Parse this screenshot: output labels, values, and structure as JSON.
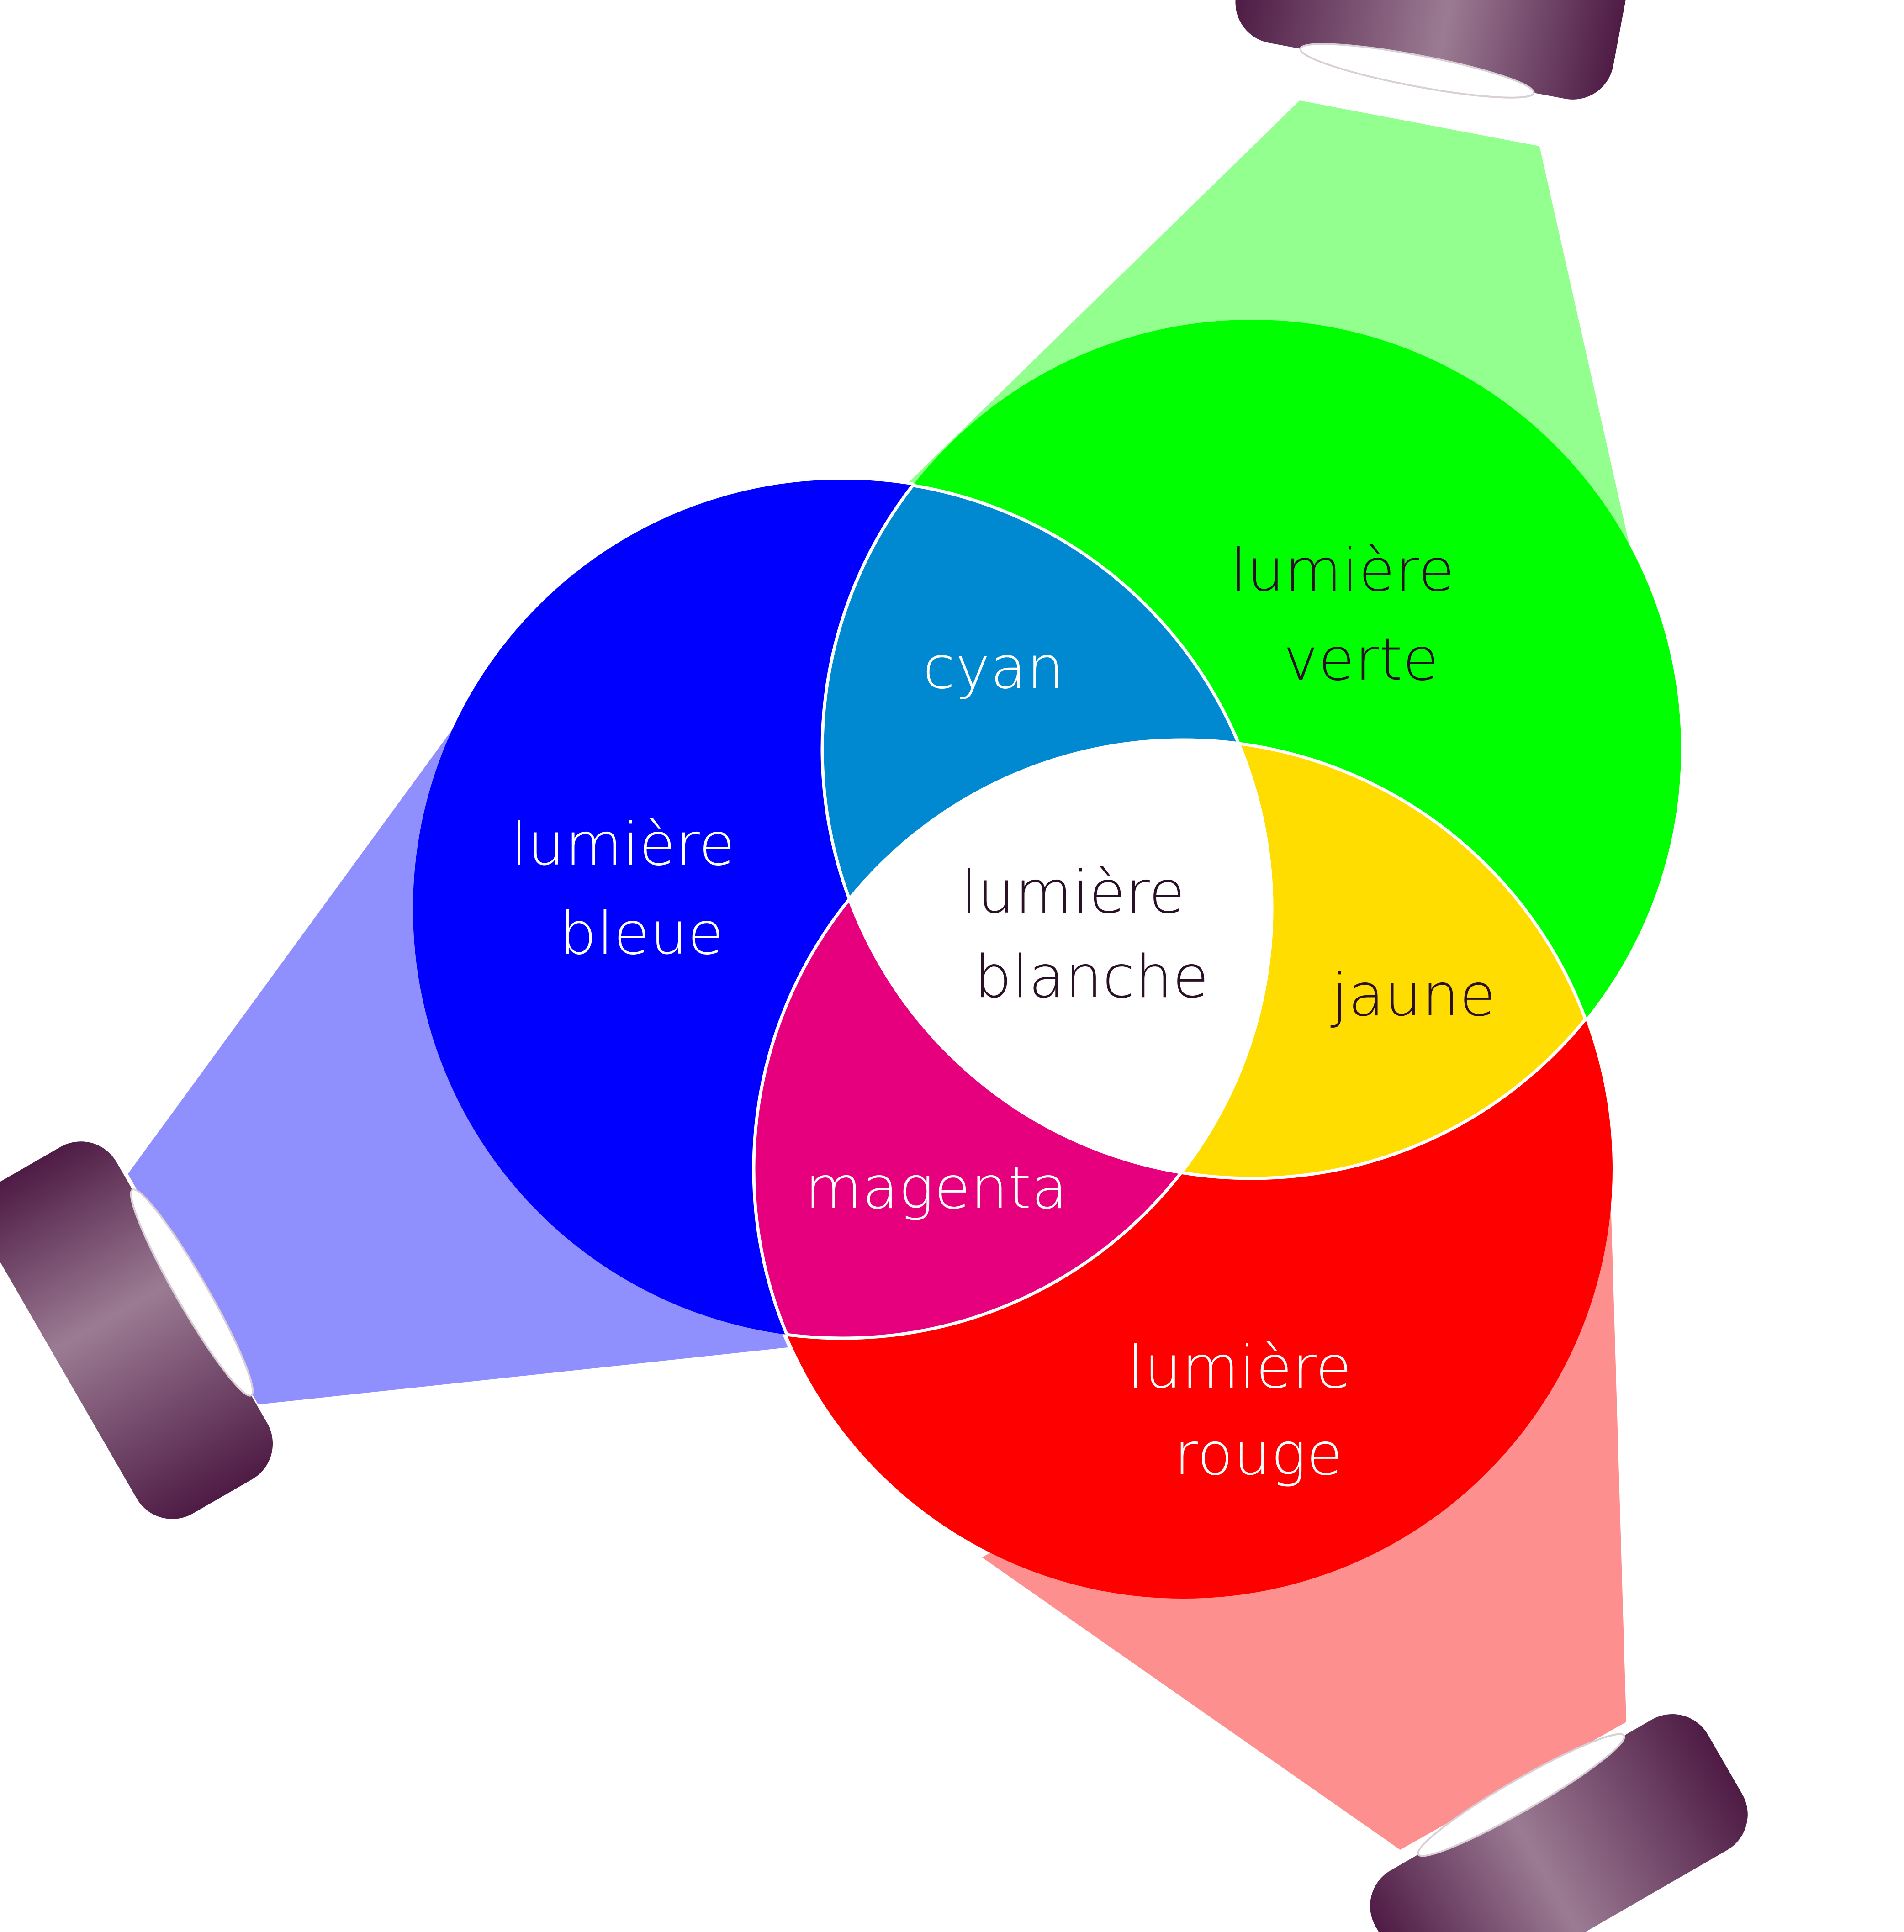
{
  "colors": {
    "background": "#ffffff",
    "blue_light": "#0000ff",
    "green_light": "#00ff00",
    "red_light": "#ff0000",
    "cyan_mix": "#0089d1",
    "yellow_mix": "#ffdd00",
    "magenta_mix": "#e6007e",
    "white_mix": "#ffffff",
    "blue_beam": "#8f8ffe",
    "green_beam": "#93ff8f",
    "red_beam": "#fe8f8f",
    "lamp_dark": "#4e1b45",
    "lamp_light": "#9b7b93",
    "label_dark": "#2a1026",
    "label_light": "#ffffff"
  },
  "lamps": [
    {
      "name": "green-lamp",
      "icon": "spotlight-icon"
    },
    {
      "name": "blue-lamp",
      "icon": "spotlight-icon"
    },
    {
      "name": "red-lamp",
      "icon": "spotlight-icon"
    }
  ],
  "labels": {
    "blue": [
      "lumière",
      "bleue"
    ],
    "green": [
      "lumière",
      "verte"
    ],
    "red": [
      "lumière",
      "rouge"
    ],
    "cyan": "cyan",
    "yellow": "jaune",
    "magenta": "magenta",
    "white": [
      "lumière",
      "blanche"
    ]
  }
}
